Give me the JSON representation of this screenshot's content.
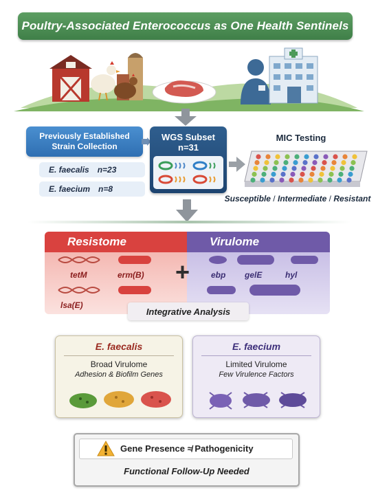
{
  "title": "Poultry-Associated Enterococcus as One Health Sentinels",
  "strain_collection": {
    "label_line1": "Previously Established",
    "label_line2": "Strain Collection",
    "species": [
      {
        "name": "E. faecalis",
        "count": "n=23"
      },
      {
        "name": "E. faecium",
        "count": "n=8"
      }
    ]
  },
  "wgs": {
    "line1": "WGS Subset",
    "line2": "n=31"
  },
  "mic": {
    "title": "MIC Testing",
    "categories": [
      "Susceptible",
      "Intermediate",
      "Resistant"
    ],
    "separator": " / "
  },
  "resistome": {
    "label": "Resistome",
    "genes": [
      "tetM",
      "erm(B)",
      "lsa(E)"
    ]
  },
  "virulome": {
    "label": "Virulome",
    "genes": [
      "ebp",
      "gelE",
      "hyl"
    ]
  },
  "plus_sign": "+",
  "integrative": "Integrative Analysis",
  "faecalis_card": {
    "title": "E. faecalis",
    "subtitle": "Broad Virulome",
    "detail": "Adhesion & Biofilm Genes"
  },
  "faecium_card": {
    "title": "E. faecium",
    "subtitle": "Limited Virulome",
    "detail": "Few Virulence Factors"
  },
  "caution": {
    "left": "Gene Presence",
    "symbol": "≉",
    "right": "Pathogenicity",
    "line2": "Functional Follow-Up Needed"
  },
  "colors": {
    "title_green": "#4a8a52",
    "strain_blue": "#3a7fc2",
    "wgs_navy": "#26507d",
    "resistome_red": "#d9423f",
    "virulome_purple": "#6f5aa8"
  }
}
